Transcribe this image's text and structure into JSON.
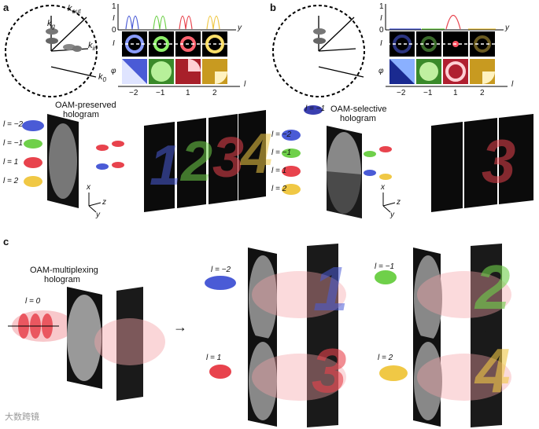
{
  "panels": {
    "a": {
      "letter": "a",
      "k_labels": {
        "kg": "k",
        "kg_sub": "g",
        "kout": "k",
        "kout_sub": "out",
        "kin": "k",
        "kin_sub": "in",
        "k0": "k",
        "k0_sub": "0"
      },
      "axis_I": "I",
      "axis_y": "y",
      "axis_l": "l",
      "axis_phi": "φ",
      "tick_top": "1",
      "tick_zero": "0",
      "l_ticks": [
        "−2",
        "−1",
        "1",
        "2"
      ],
      "hologram_label_1": "OAM-preserved",
      "hologram_label_2": "hologram",
      "beam_labels": [
        "l = −2",
        "l = −1",
        "l = 1",
        "l = 2"
      ],
      "output_digits": [
        "1",
        "2",
        "3",
        "4"
      ],
      "xyz": {
        "x": "x",
        "y": "y",
        "z": "z"
      }
    },
    "b": {
      "letter": "b",
      "axis_I": "I",
      "axis_y": "y",
      "axis_l": "l",
      "axis_phi": "φ",
      "tick_top": "1",
      "tick_zero": "0",
      "l_ticks": [
        "−2",
        "−1",
        "1",
        "2"
      ],
      "hologram_label_1": "OAM-selective",
      "hologram_label_2": "hologram",
      "beam_labels": [
        "l = −1",
        "l = −2",
        "l = −1",
        "l = 1",
        "l = 2"
      ],
      "output_digits": [
        "3"
      ],
      "xyz": {
        "x": "x",
        "y": "y",
        "z": "z"
      }
    },
    "c": {
      "letter": "c",
      "hologram_label_1": "OAM-multiplexing",
      "hologram_label_2": "hologram",
      "input_label": "l = 0",
      "outputs": [
        {
          "label": "l = −2",
          "digit": "1"
        },
        {
          "label": "l = −1",
          "digit": "2"
        },
        {
          "label": "l = 1",
          "digit": "3"
        },
        {
          "label": "l = 2",
          "digit": "4"
        }
      ],
      "arrow": "→"
    }
  },
  "colors": {
    "blue": "#4a5bd6",
    "green": "#6fd04a",
    "red": "#e8434d",
    "yellow": "#f0c845",
    "pink_glow": "#f4a3a8"
  },
  "watermark": "大数跨镜"
}
